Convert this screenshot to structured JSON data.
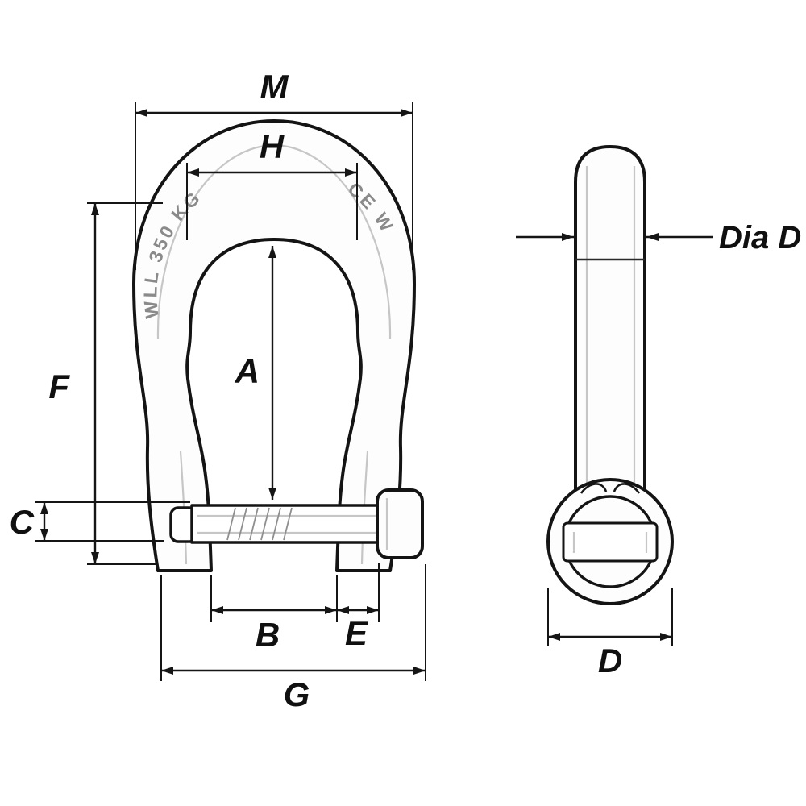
{
  "diagram": {
    "type": "technical-drawing",
    "subject": "Bow shackle with captive pin — front view and pin side view",
    "line_color": "#151515",
    "body_fill": "#fdfdfd",
    "dimensions": {
      "M": "M",
      "H": "H",
      "A": "A",
      "F": "F",
      "C": "C",
      "B": "B",
      "E": "E",
      "G": "G",
      "dia_d": "Dia D",
      "D": "D"
    },
    "markings": {
      "wll": "WLL 350 KG",
      "ce": "CE W"
    }
  }
}
